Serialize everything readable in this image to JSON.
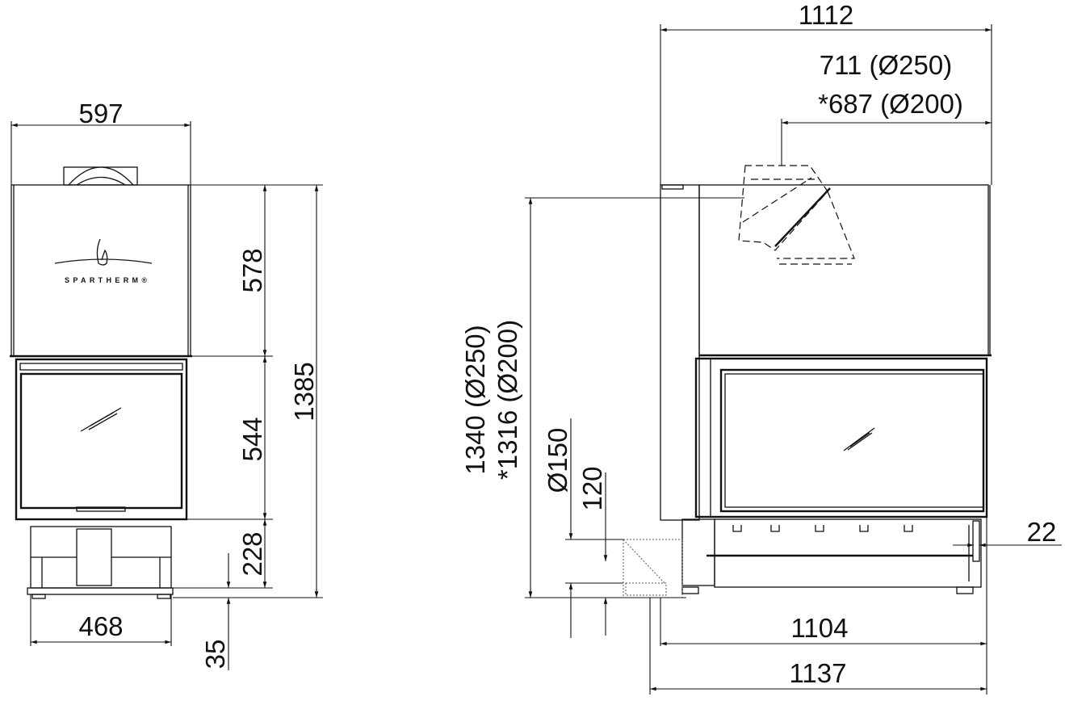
{
  "title": "Fireplace insert dimension drawing",
  "brand_logo": "SPARTHERM",
  "front_view": {
    "width_top": "597",
    "height_upper": "578",
    "height_door": "544",
    "height_total": "1385",
    "height_base": "228",
    "foot_height": "35",
    "base_width": "468"
  },
  "side_view": {
    "total_width": "1112",
    "flue_offset_250": "711 (Ø250)",
    "flue_offset_200": "*687 (Ø200)",
    "flue_height_250": "1340 (Ø250)",
    "flue_height_200": "*1316 (Ø200)",
    "air_inlet_diameter": "Ø150",
    "air_inlet_height": "120",
    "side_offset": "22",
    "body_width": "1104",
    "overall_width": "1137"
  }
}
